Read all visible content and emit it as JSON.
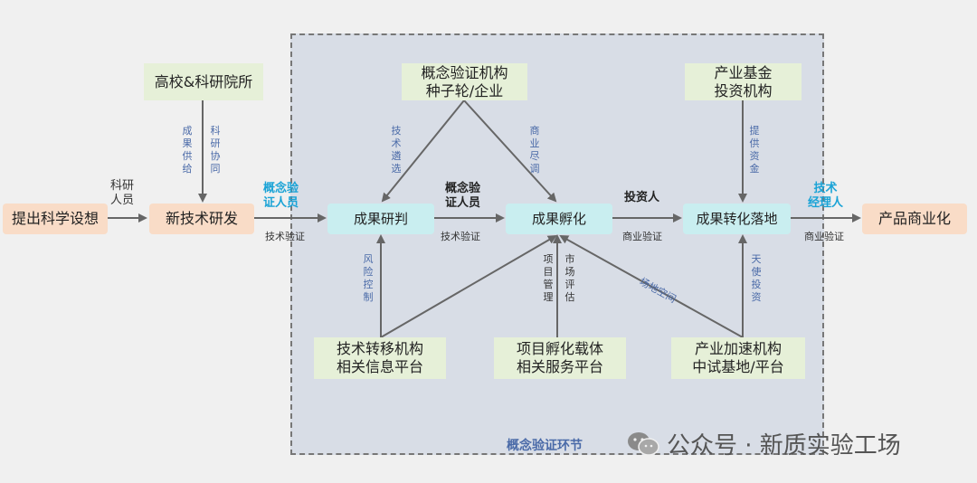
{
  "region_label": "概念验证环节",
  "boxes": {
    "universities": "高校&科研院所",
    "poc_top_1": "概念验证机构",
    "poc_top_2": "种子轮/企业",
    "fund_1": "产业基金",
    "fund_2": "投资机构",
    "idea": "提出科学设想",
    "new_tech": "新技术研发",
    "judge": "成果研判",
    "incubate": "成果孵化",
    "landing": "成果转化落地",
    "product": "产品商业化",
    "tt_1": "技术转移机构",
    "tt_2": "相关信息平台",
    "carrier_1": "项目孵化载体",
    "carrier_2": "相关服务平台",
    "accel_1": "产业加速机构",
    "accel_2": "中试基地/平台"
  },
  "labels": {
    "researcher_1": "科研",
    "researcher_2": "人员",
    "tech_verify_1": "技术验证",
    "tech_verify_2": "技术验证",
    "biz_verify_1": "商业验证",
    "biz_verify_2": "商业验证",
    "result_supply": "成果供给",
    "research_coop": "科研协同",
    "tech_select": "技术遴选",
    "biz_adjust": "商业尽调",
    "provide_fund": "提供资金",
    "risk_control": "风险控制",
    "project_mgmt": "项目管理",
    "market_eval": "市场评估",
    "site_space": "场地空间",
    "angel_invest": "天使投资",
    "poc_person_blue_1": "概念验",
    "poc_person_blue_2": "证人员",
    "poc_person_1": "概念验",
    "poc_person_2": "证人员",
    "investor": "投资人",
    "tech_manager_1": "技术",
    "tech_manager_2": "经理人"
  },
  "watermark": "公众号 · 新质实验工场",
  "colors": {
    "green_box": "#e6f0d8",
    "peach_box": "#f9dcc7",
    "cyan_box": "#c9eef0",
    "region_bg": "#d8dde6",
    "highlight_blue": "#1aa3d6",
    "region_label": "#4a6aa8"
  }
}
